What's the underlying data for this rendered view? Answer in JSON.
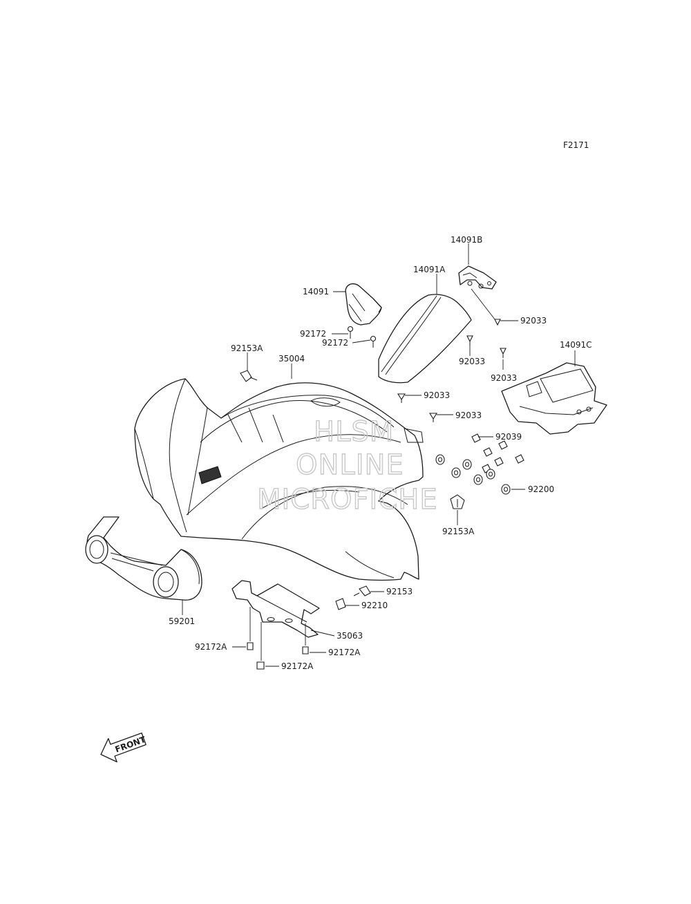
{
  "figure_code": "F2171",
  "watermark": [
    "HLSM",
    "ONLINE",
    "MICROFICHE"
  ],
  "front_arrow_label": "FRONT",
  "callouts": [
    {
      "id": "c-14091B",
      "text": "14091B"
    },
    {
      "id": "c-14091A",
      "text": "14091A"
    },
    {
      "id": "c-14091",
      "text": "14091"
    },
    {
      "id": "c-92033-a",
      "text": "92033"
    },
    {
      "id": "c-92172-a",
      "text": "92172"
    },
    {
      "id": "c-92172-b",
      "text": "92172"
    },
    {
      "id": "c-92033-b",
      "text": "92033"
    },
    {
      "id": "c-92153A-a",
      "text": "92153A"
    },
    {
      "id": "c-35004",
      "text": "35004"
    },
    {
      "id": "c-92033-c",
      "text": "92033"
    },
    {
      "id": "c-14091C",
      "text": "14091C"
    },
    {
      "id": "c-92033-d",
      "text": "92033"
    },
    {
      "id": "c-92033-e",
      "text": "92033"
    },
    {
      "id": "c-92039",
      "text": "92039"
    },
    {
      "id": "c-92200",
      "text": "92200"
    },
    {
      "id": "c-92153A-b",
      "text": "92153A"
    },
    {
      "id": "c-92153",
      "text": "92153"
    },
    {
      "id": "c-92210",
      "text": "92210"
    },
    {
      "id": "c-59201",
      "text": "59201"
    },
    {
      "id": "c-35063",
      "text": "35063"
    },
    {
      "id": "c-92172A-a",
      "text": "92172A"
    },
    {
      "id": "c-92172A-b",
      "text": "92172A"
    },
    {
      "id": "c-92172A-c",
      "text": "92172A"
    }
  ]
}
